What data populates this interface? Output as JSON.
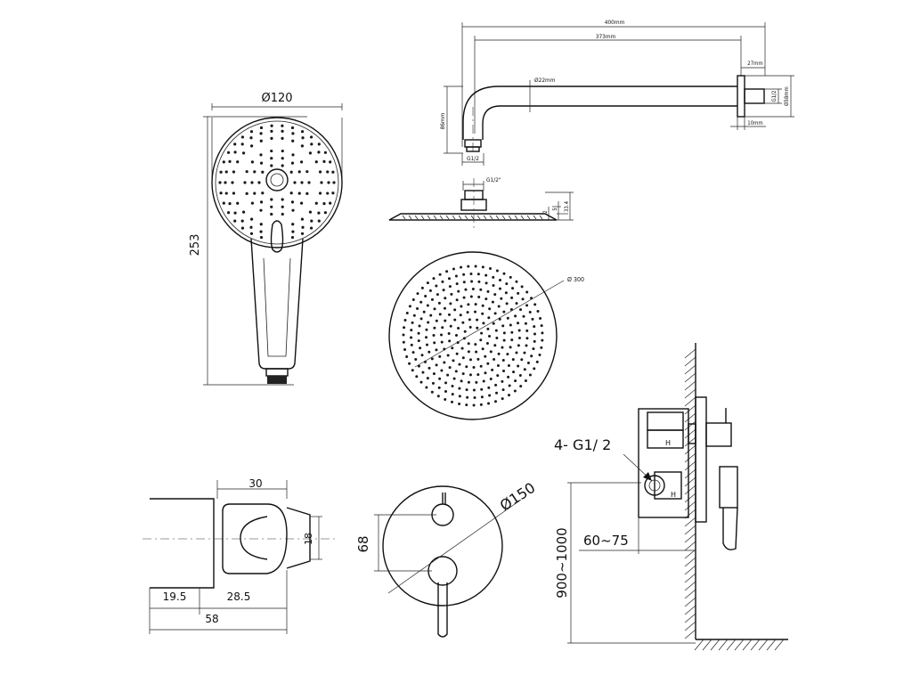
{
  "hand_shower": {
    "diameter_label": "Ø120",
    "height_label": "253"
  },
  "shower_arm": {
    "length_outer": "400mm",
    "length_inner": "373mm",
    "pipe_diameter": "Ø22mm",
    "drop": "86mm",
    "outlet_thread": "G1/2",
    "flange_depth": "27mm",
    "flange_thread": "G1/2",
    "flange_diameter": "Ø58mm",
    "flange_thickness": "10mm"
  },
  "head_side": {
    "thread": "G1/2\"",
    "dims": [
      "2",
      "5",
      "33.4"
    ]
  },
  "rain_head": {
    "diameter_label": "Ø 300"
  },
  "holder": {
    "width_top": "30",
    "height": "18",
    "seg_a": "19.5",
    "seg_b": "28.5",
    "total": "58"
  },
  "mixer_plate": {
    "diameter_label": "Ø150",
    "offset_label": "68"
  },
  "installation": {
    "inlets_label": "4- G1/ 2",
    "depth_label": "60~75",
    "height_label": "900~1000",
    "marking": "H"
  }
}
